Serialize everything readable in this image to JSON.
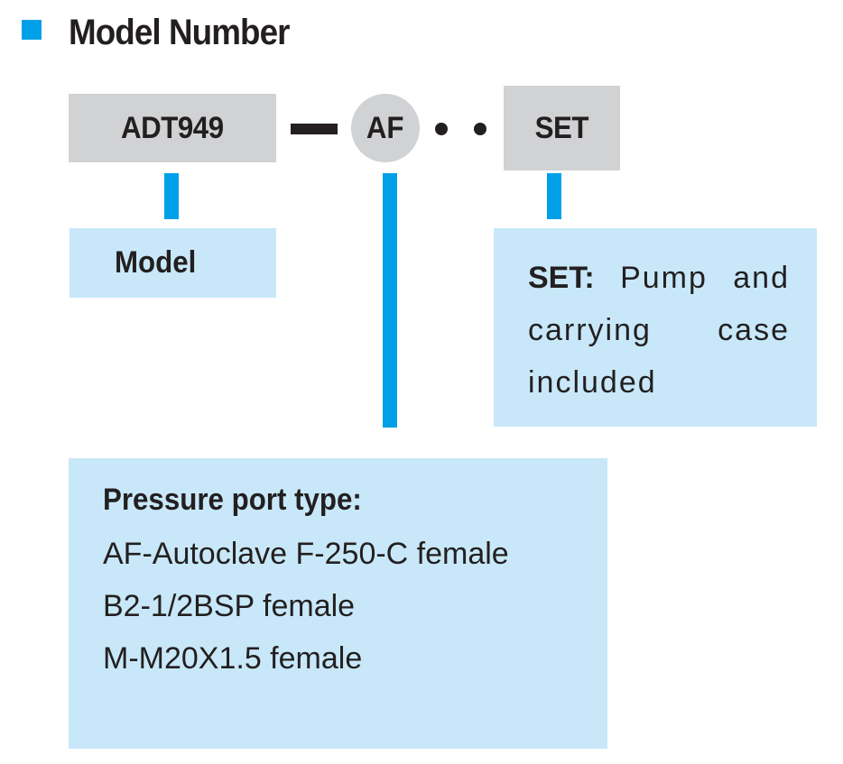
{
  "header": {
    "title": "Model Number"
  },
  "model_code": {
    "model": "ADT949",
    "port": "AF",
    "set": "SET"
  },
  "descriptions": {
    "model_label": "Model",
    "set_label": "SET:",
    "set_text": "Pump and carrying case included",
    "port_title": "Pressure port type:",
    "port_options": [
      "AF-Autoclave F-250-C female",
      "B2-1/2BSP female",
      "M-M20X1.5 female"
    ]
  },
  "colors": {
    "accent_blue": "#00a0e9",
    "code_box_grey": "#d1d2d4",
    "description_blue": "#c8e8f9",
    "text": "#231f20"
  }
}
